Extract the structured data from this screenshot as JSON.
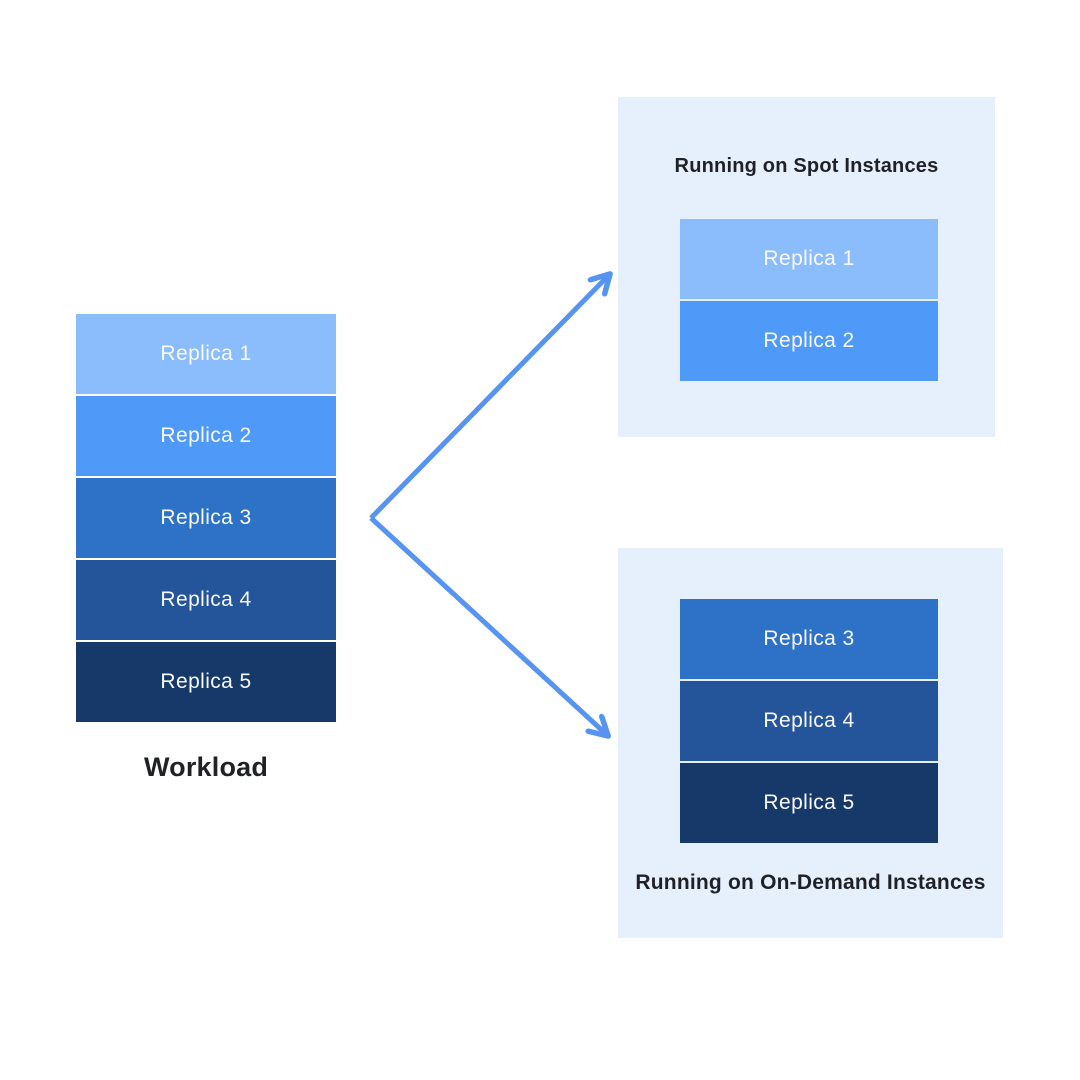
{
  "colors": {
    "page_bg": "#FFFFFF",
    "panel_bg": "#E6EFFC",
    "arrow": "#5794F2",
    "title_text": "#1F2126",
    "replica_text": "#F8FAFF"
  },
  "workload": {
    "label": "Workload",
    "replicas": [
      {
        "label": "Replica 1",
        "color": "#8BBCFC"
      },
      {
        "label": "Replica 2",
        "color": "#4F9AF9"
      },
      {
        "label": "Replica 3",
        "color": "#2E72C7"
      },
      {
        "label": "Replica 4",
        "color": "#24549A"
      },
      {
        "label": "Replica 5",
        "color": "#17396A"
      }
    ]
  },
  "spot_panel": {
    "title": "Running on Spot Instances",
    "replicas": [
      {
        "label": "Replica 1",
        "color": "#8BBCFC"
      },
      {
        "label": "Replica 2",
        "color": "#4F9AF9"
      }
    ]
  },
  "ondemand_panel": {
    "title": "Running on On-Demand Instances",
    "replicas": [
      {
        "label": "Replica 3",
        "color": "#2E72C7"
      },
      {
        "label": "Replica 4",
        "color": "#24549A"
      },
      {
        "label": "Replica 5",
        "color": "#17396A"
      }
    ]
  }
}
